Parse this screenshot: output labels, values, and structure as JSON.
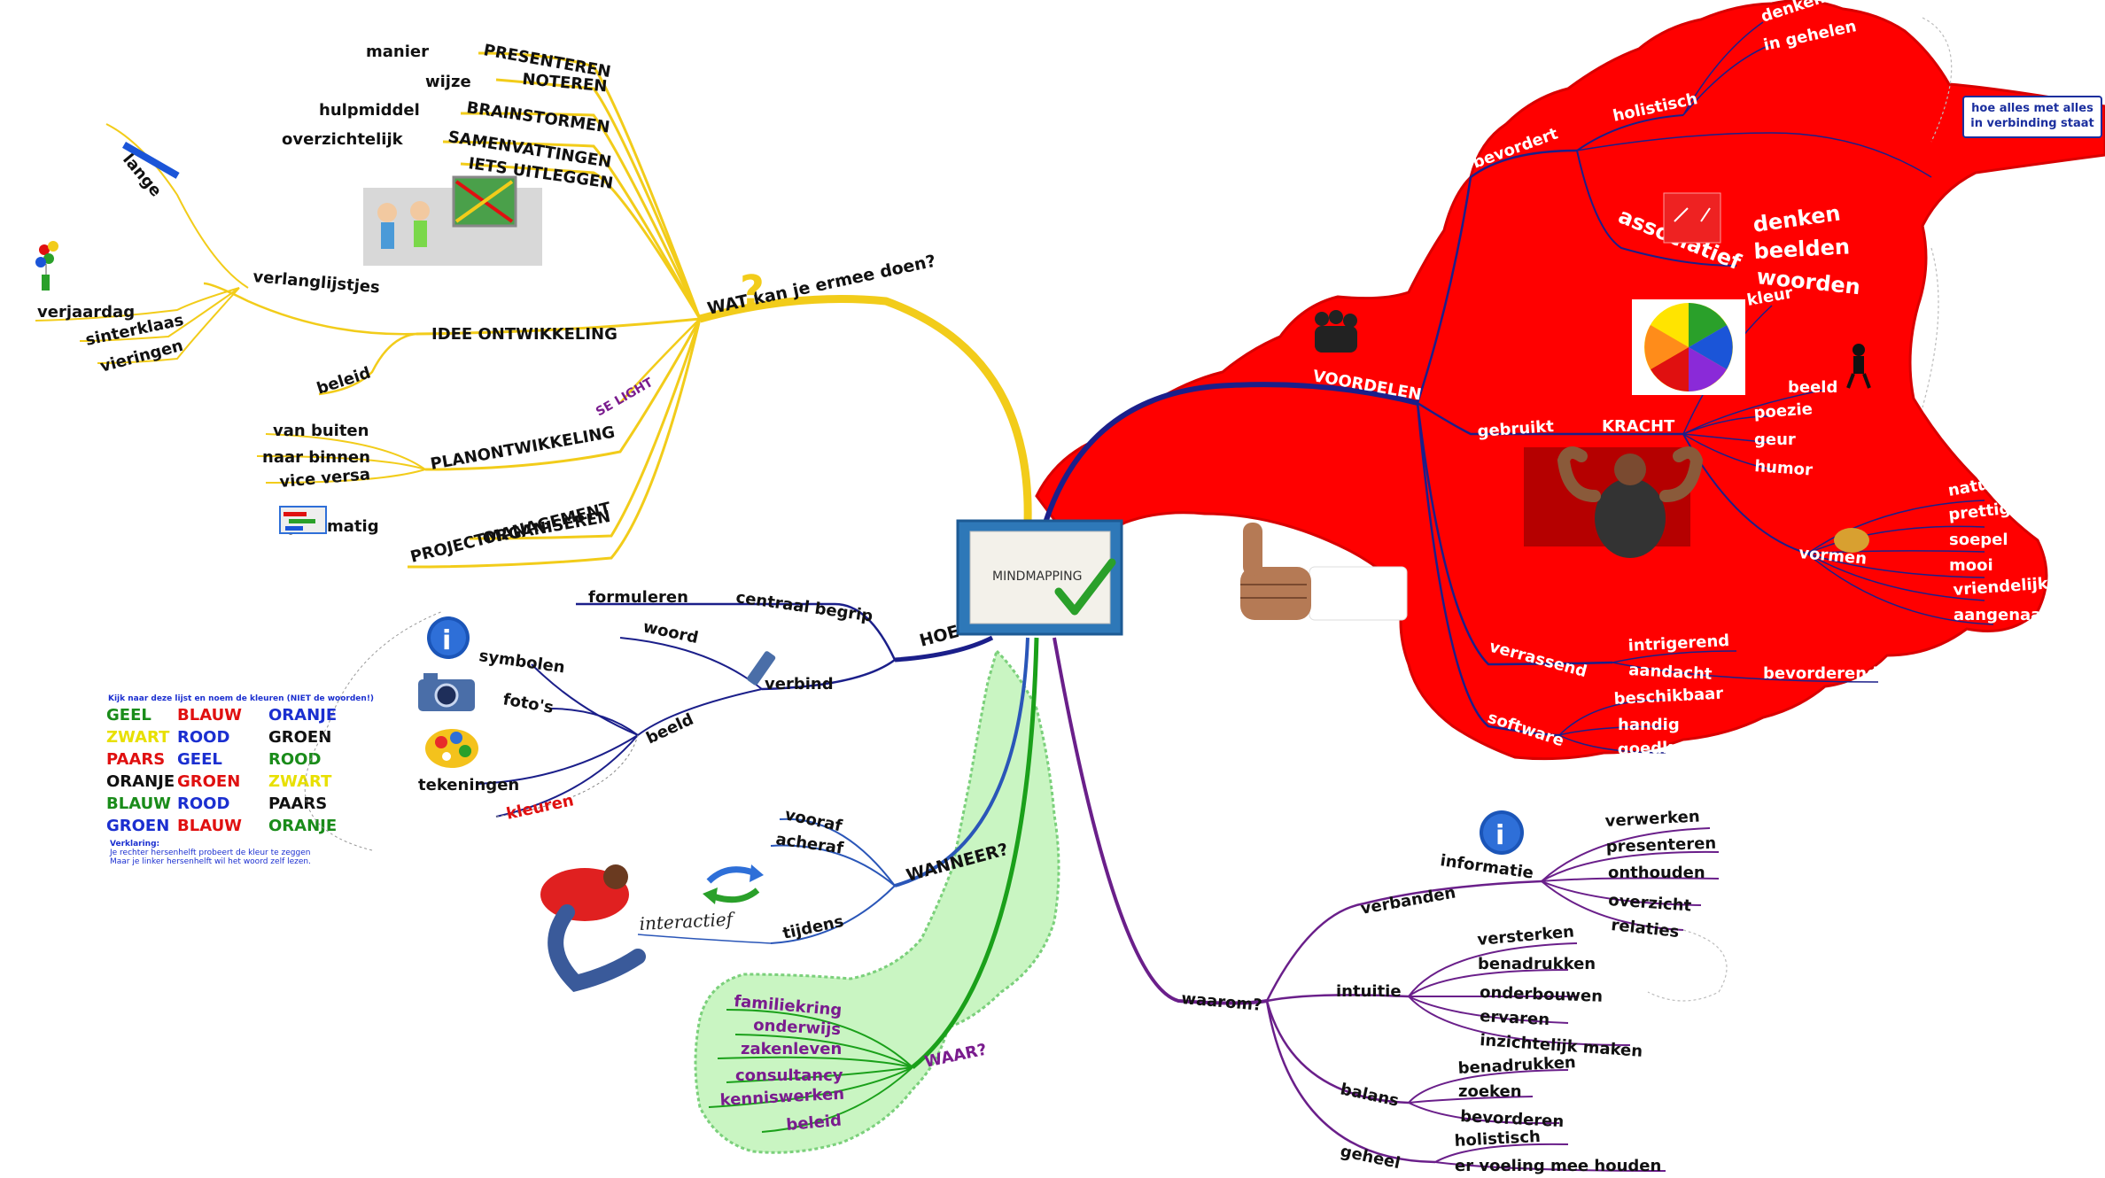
{
  "center": {
    "label": "MINDMAPPING"
  },
  "wat": {
    "title": "WAT kan je ermee doen?",
    "presenteren": "PRESENTEREN",
    "manier": "manier",
    "noteren": "NOTEREN",
    "wijze": "wijze",
    "brainstormen": "BRAINSTORMEN",
    "hulpmiddel": "hulpmiddel",
    "samenvattingen": "SAMENVATTINGEN",
    "overzichtelijk": "overzichtelijk",
    "iets_uitleggen": "IETS UITLEGGEN",
    "idee": "IDEE ONTWIKKELING",
    "verlanglijstjes": "verlanglijstjes",
    "lange": "lange",
    "verjaardag": "verjaardag",
    "sinterklaas": "sinterklaas",
    "vieringen": "vieringen",
    "beleid": "beleid",
    "selight": "SE LIGHT",
    "plan": "PLANONTWIKKELING",
    "van_buiten": "van buiten",
    "naar_binnen": "naar binnen",
    "vice_versa": "vice versa",
    "organiseren": "ORGANISEREN",
    "planmatig": "planmatig",
    "projectmanagement": "PROJECTMANAGEMENT"
  },
  "hoe": {
    "title": "HOE",
    "centraal": "centraal begrip",
    "formuleren": "formuleren",
    "woord": "woord",
    "verbind": "verbind",
    "beeld": "beeld",
    "symbolen": "symbolen",
    "fotos": "foto's",
    "tekeningen": "tekeningen",
    "kleuren": "kleuren"
  },
  "color_test": {
    "header": "Kijk naar deze lijst en noem de kleuren (NIET de woorden!)",
    "rows": [
      [
        {
          "w": "GEEL",
          "c": "#1a8c1a"
        },
        {
          "w": "BLAUW",
          "c": "#e01010"
        },
        {
          "w": "ORANJE",
          "c": "#1b2fd0"
        }
      ],
      [
        {
          "w": "ZWART",
          "c": "#e8e000"
        },
        {
          "w": "ROOD",
          "c": "#1b2fd0"
        },
        {
          "w": "GROEN",
          "c": "#111111"
        }
      ],
      [
        {
          "w": "PAARS",
          "c": "#e01010"
        },
        {
          "w": "GEEL",
          "c": "#1b2fd0"
        },
        {
          "w": "ROOD",
          "c": "#1a8c1a"
        }
      ],
      [
        {
          "w": "ORANJE",
          "c": "#111111"
        },
        {
          "w": "GROEN",
          "c": "#e01010"
        },
        {
          "w": "ZWART",
          "c": "#e8e000"
        }
      ],
      [
        {
          "w": "BLAUW",
          "c": "#1a8c1a"
        },
        {
          "w": "ROOD",
          "c": "#1b2fd0"
        },
        {
          "w": "PAARS",
          "c": "#111111"
        }
      ],
      [
        {
          "w": "GROEN",
          "c": "#1b2fd0"
        },
        {
          "w": "BLAUW",
          "c": "#e01010"
        },
        {
          "w": "ORANJE",
          "c": "#1a8c1a"
        }
      ]
    ],
    "footnote1": "Verklaring:",
    "footnote2": "Je rechter hersenhelft probeert de kleur te zeggen",
    "footnote3": "Maar je linker hersenhelft wil het woord zelf lezen."
  },
  "wanneer": {
    "title": "WANNEER?",
    "vooraf": "vooraf",
    "achteraf": "acheraf",
    "tijdens": "tijdens",
    "interactief": "interactief"
  },
  "waar": {
    "title": "WAAR?",
    "items": [
      "familiekring",
      "onderwijs",
      "zakenleven",
      "consultancy",
      "kenniswerken",
      "beleid"
    ]
  },
  "waarom": {
    "title": "waarom?",
    "verbanden": "verbanden",
    "informatie": "informatie",
    "info_items": [
      "verwerken",
      "presenteren",
      "onthouden",
      "overzicht",
      "relaties"
    ],
    "intuitie": "intuitie",
    "int_items": [
      "versterken",
      "benadrukken",
      "onderbouwen",
      "ervaren",
      "inzichtelijk maken"
    ],
    "balans": "balans",
    "bal_items": [
      "benadrukken",
      "zoeken",
      "bevorderen"
    ],
    "geheel": "geheel",
    "geh_items": [
      "holistisch",
      "er voeling mee houden"
    ]
  },
  "voordelen": {
    "title": "VOORDELEN",
    "bevordert": "bevordert",
    "holistisch": "holistisch",
    "denken": "denken",
    "in_gehelen": "in gehelen",
    "note": "hoe alles met alles in verbinding staat",
    "associatief": "associatief",
    "assoc_words": [
      "denken",
      "beelden",
      "woorden"
    ],
    "gebruikt": "gebruikt",
    "kracht": "KRACHT",
    "kracht_items": [
      "kleur",
      "beeld",
      "poezie",
      "geur",
      "humor"
    ],
    "vormen": "vormen",
    "vorm_items": [
      "natuurlijk",
      "prettig",
      "soepel",
      "mooi",
      "vriendelijk",
      "aangenaam"
    ],
    "verrassend": "verrassend",
    "intrigerend": "intrigerend",
    "aandacht": "aandacht",
    "bevorderend": "bevorderend",
    "software": "software",
    "soft_items": [
      "beschikbaar",
      "handig",
      "goedkoop"
    ]
  },
  "colors": {
    "yellow": "#f2cc1a",
    "red": "#ff0000",
    "navy": "#1b1f8a",
    "purple": "#6a1f8a",
    "blue": "#2a56b8",
    "green": "#1aa01a",
    "lightgreen": "#c9f5c2"
  },
  "icons": [
    "question-mark-icon",
    "info-icon",
    "camera-icon",
    "paint-palette-icon",
    "pencil-icon",
    "refresh-arrows-icon",
    "color-wheel-icon",
    "flexed-muscle-icon",
    "thumbs-up-icon",
    "balloons-icon",
    "checkmark-icon",
    "crowd-icon",
    "hand-icon"
  ]
}
